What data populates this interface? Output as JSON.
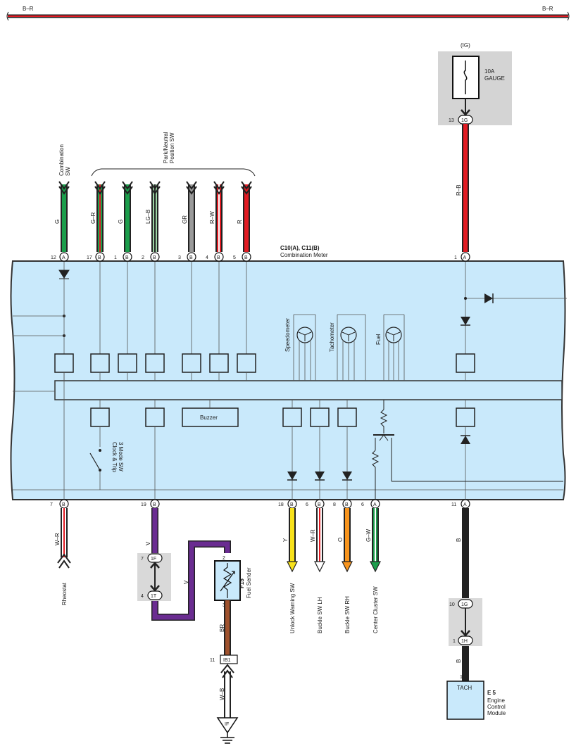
{
  "diagram": {
    "bus": {
      "left_label": "B–R",
      "right_label": "B–R"
    },
    "meter": {
      "connector": "C10(A), C11(B)",
      "name": "Combination Meter"
    },
    "ig_fuse": {
      "ig_label": "(IG)",
      "rating": "10A",
      "name": "GAUGE",
      "pin": "13",
      "conn": "1G"
    },
    "park_neutral_label": [
      "Park/Neutral",
      "Position SW"
    ],
    "combination_sw_label": [
      "Combination",
      "SW"
    ],
    "top_wires": [
      {
        "color_label": "G",
        "pin": "12",
        "conn": "A",
        "main": "#1b9e4b",
        "stripe": ""
      },
      {
        "color_label": "G–R",
        "pin": "17",
        "conn": "B",
        "main": "#1b9e4b",
        "stripe": "#e21b23"
      },
      {
        "color_label": "G",
        "pin": "1",
        "conn": "B",
        "main": "#1b9e4b",
        "stripe": ""
      },
      {
        "color_label": "LG–B",
        "pin": "2",
        "conn": "B",
        "main": "#9fd6a6",
        "stripe": "#222222"
      },
      {
        "color_label": "GR",
        "pin": "3",
        "conn": "B",
        "main": "#9a9a9a",
        "stripe": ""
      },
      {
        "color_label": "R–W",
        "pin": "4",
        "conn": "B",
        "main": "#e21b23",
        "stripe": "#ffffff"
      },
      {
        "color_label": "R",
        "pin": "5",
        "conn": "B",
        "main": "#e21b23",
        "stripe": ""
      }
    ],
    "rb_wire": {
      "color_label": "R–B",
      "pin": "1",
      "conn": "A"
    },
    "gauges": [
      "Speedometer",
      "Tachometer",
      "Fuel"
    ],
    "buzzer": "Buzzer",
    "clock_sw": [
      "Clock & Trip",
      "3 Mode SW"
    ],
    "bottom_wires": [
      {
        "pin": "7",
        "conn": "B",
        "color_label": "W–R",
        "dest": "Rheostat"
      },
      {
        "pin": "19",
        "conn": "B",
        "color_label": "V",
        "dest": ""
      },
      {
        "pin": "18",
        "conn": "B",
        "color_label": "Y",
        "dest": "Unlock Warning SW"
      },
      {
        "pin": "6",
        "conn": "B",
        "color_label": "W–R",
        "dest": "Buckle SW LH"
      },
      {
        "pin": "8",
        "conn": "B",
        "color_label": "O",
        "dest": "Buckle SW RH"
      },
      {
        "pin": "6",
        "conn": "A",
        "color_label": "G–W",
        "dest": "Center Cluster SW"
      },
      {
        "pin": "11",
        "conn": "A",
        "color_label": "B",
        "dest": ""
      }
    ],
    "v_junction": {
      "pin_top": "7",
      "conn_top": "1F",
      "pin_bottom": "4",
      "conn_bottom": "1T",
      "wire2": "V"
    },
    "fuel_sender": {
      "id": "F15",
      "name": "Fuel Sender",
      "pin_top": "2",
      "pin_bottom": "3",
      "wire": "BR"
    },
    "ib1": {
      "pin": "11",
      "conn": "IB1",
      "wire": "W–B"
    },
    "ground": {
      "conn": "IF"
    },
    "ecm_junction": {
      "pin_top": "10",
      "conn_top": "1G",
      "pin_bottom": "1",
      "conn_bottom": "1H",
      "wire2": "B"
    },
    "ecm": {
      "pin": "1",
      "term": "TACH",
      "id": "E 5",
      "name": [
        "Engine",
        "Control",
        "Module"
      ]
    }
  },
  "colors": {
    "meter_fill": "#c9e9fb",
    "fuse_bg": "#d4d4d4",
    "junction_bg": "#d9d9d9"
  }
}
